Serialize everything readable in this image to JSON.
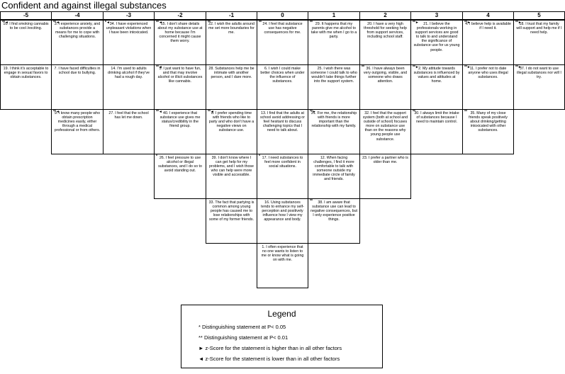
{
  "title": "Confident and against illegal substances",
  "columns": [
    {
      "header": "-5",
      "cells": [
        {
          "text": "10. I find smoking cannabis to be cool /exciting.",
          "mark": "**◄"
        },
        {
          "text": "19. I think it's acceptable to engage in sexual favors to obtain substances.",
          "mark": ""
        }
      ]
    },
    {
      "header": "-4",
      "cells": [
        {
          "text": "3. I experience anxiety, and substances provide a means for me to cope with challenging situations.",
          "mark": "**◄"
        },
        {
          "text": "7. I have faced difficulties in school due to bullying.",
          "mark": ""
        },
        {
          "text": "9. I know many people who obtain prescription medicines easily, either through a medical professional or from others.",
          "mark": "**◄"
        }
      ]
    },
    {
      "header": "-3",
      "cells": [
        {
          "text": "34. I have experienced unpleasant violations when I have been intoxicated.",
          "mark": "*◄"
        },
        {
          "text": "14. I'm used to adults drinking alcohol if they've had a rough day.",
          "mark": ""
        },
        {
          "text": "27. I feel that the school has let me down.",
          "mark": ""
        }
      ]
    },
    {
      "header": "-2",
      "cells": [
        {
          "text": "15. I don't share details about my substance use at home because I'm concerned it might cause them worry.",
          "mark": "**◄"
        },
        {
          "text": "5. I just want to have fun, and that may involve alcohol or illicit substances like cannabis.",
          "mark": "**◄"
        },
        {
          "text": "40. I experience that substance use gives me status/credibility in the friend group.",
          "mark": "**◄"
        },
        {
          "text": "26. I feel pressure to use alcohol or illegal substances, and I do so to avoid standing out.",
          "mark": "*"
        }
      ]
    },
    {
      "header": "-1",
      "cells": [
        {
          "text": "22. I wish the adults around me set more boundaries for me.",
          "mark": "**"
        },
        {
          "text": "28. Substances help me be intimate with another person, and I dare more.",
          "mark": ""
        },
        {
          "text": "8. I prefer spending time with friends who like to party and who don't have a negative views on substance use.",
          "mark": "**◄"
        },
        {
          "text": "39. I don't know where I can get help for my problems, and I wish those who can help were more visible and accessible.",
          "mark": ""
        },
        {
          "text": "33. The fact that partying is common among young people has caused me to lose relationships with some of my former friends.",
          "mark": ""
        }
      ]
    },
    {
      "header": "0",
      "cells": [
        {
          "text": "24. I feel that substance use has negative consequences for me.",
          "mark": "**"
        },
        {
          "text": "6. I wish I could make better choices when under the influence of substances.",
          "mark": ""
        },
        {
          "text": "13. I find that the adults at school avoid addressing or feel hesitant to discuss challenging topics that I need to talk about.",
          "mark": ""
        },
        {
          "text": "17. I need substances to feel more confident in social situations.",
          "mark": "*"
        },
        {
          "text": "16. Using substances tends to enhance my self-perception and positively influence how I view my appearance and body.",
          "mark": ""
        },
        {
          "text": "1. I often experience that no one wants to listen to me or know what is going on with me.",
          "mark": ""
        }
      ]
    },
    {
      "header": "1",
      "cells": [
        {
          "text": "29. It happens that my parents give me alcohol to take with me when I go to a party.",
          "mark": "**"
        },
        {
          "text": "25. I wish there was someone I could talk to who wouldn't take things further into the support system.",
          "mark": ""
        },
        {
          "text": "31. For me, the relationship with friends is more important than the relationship with my family.",
          "mark": "**►"
        },
        {
          "text": "12. When facing challenges, I find it more comfortable to talk with someone outside my immediate circle of family and friends.",
          "mark": ""
        },
        {
          "text": "38. I am aware that substance use can lead to negative consequences, but I only experience positive things.",
          "mark": "**"
        }
      ]
    },
    {
      "header": "2",
      "cells": [
        {
          "text": "20. I have a very high threshold for seeking help from support services, including school staff.",
          "mark": ""
        },
        {
          "text": "36. I have always been very outgoing, visible, and someone who draws attention.",
          "mark": "**"
        },
        {
          "text": "32. I feel that the support system (both at school and outside of school) focuses more on substance use than on the reasons why young people use substance.",
          "mark": ""
        },
        {
          "text": "23. I prefer a partner who is older than me.",
          "mark": ""
        }
      ]
    },
    {
      "header": "3",
      "cells": [
        {
          "text": "21. I believe the professionals working in support services are good to talk to and understand the significance of substance use for us young people.",
          "mark": "**►"
        },
        {
          "text": "2. My attitude towards substances is influenced by values and attitudes at home.",
          "mark": "**►"
        },
        {
          "text": "30. I always limit the intake of substances because I need to maintain control.",
          "mark": "**"
        }
      ]
    },
    {
      "header": "4",
      "cells": [
        {
          "text": "4. I believe help is available if I need it.",
          "mark": "**►"
        },
        {
          "text": "11. I prefer not to date anyone who uses illegal substances.",
          "mark": "**►"
        },
        {
          "text": "35. Many of my close friends speak positively about drinking/getting intoxicated with other substances.",
          "mark": "**"
        }
      ]
    },
    {
      "header": "5",
      "cells": [
        {
          "text": "18. I trust that my family will support and help me if I need help.",
          "mark": "**►"
        },
        {
          "text": "37. I do not want to use illegal substances nor will I try.",
          "mark": "**►"
        }
      ]
    }
  ],
  "legend": {
    "title": "Legend",
    "items": [
      {
        "symbol": "*",
        "text": "Distinguishing statement at P< 0.05"
      },
      {
        "symbol": "**",
        "text": "Distinguishing statement at P< 0.01"
      },
      {
        "symbol": "►",
        "text": "z-Score for the statement is higher than in all other factors"
      },
      {
        "symbol": "◄",
        "text": "z-Score for the statement is lower than in all other factors"
      }
    ]
  }
}
